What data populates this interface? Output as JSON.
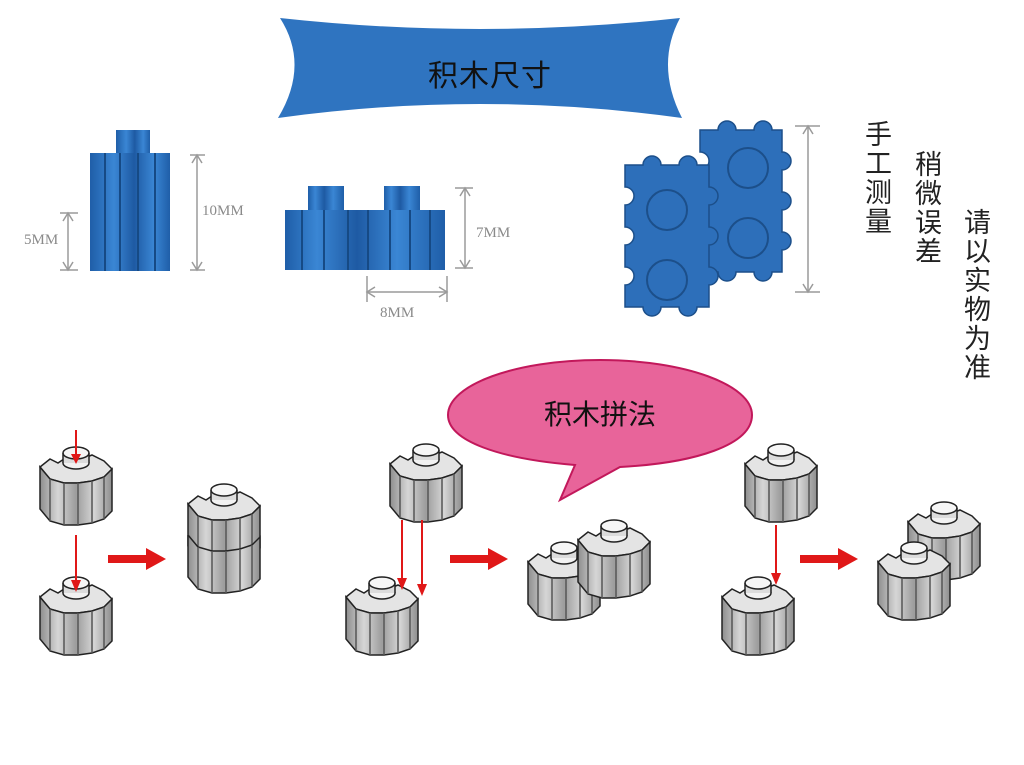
{
  "banner": {
    "title": "积木尺寸",
    "color": "#2f74c0"
  },
  "dimensions": {
    "tall_block_height": "10MM",
    "tall_block_base": "5MM",
    "short_block_height": "7MM",
    "short_block_spacing": "8MM"
  },
  "notes": {
    "manual": "手工测量",
    "slight": "稍微误差",
    "actual": "请以实物为准"
  },
  "bubble": {
    "title": "积木拼法",
    "color": "#e8649a"
  },
  "colors": {
    "block_blue": "#2a6fba",
    "block_gray": "#b5b5b5",
    "arrow_red": "#e01818",
    "dim_line": "#9a9a9a"
  },
  "icons": [
    "tall-blue-block",
    "double-blue-block",
    "puzzle-piece-group",
    "gray-block",
    "red-arrow"
  ]
}
